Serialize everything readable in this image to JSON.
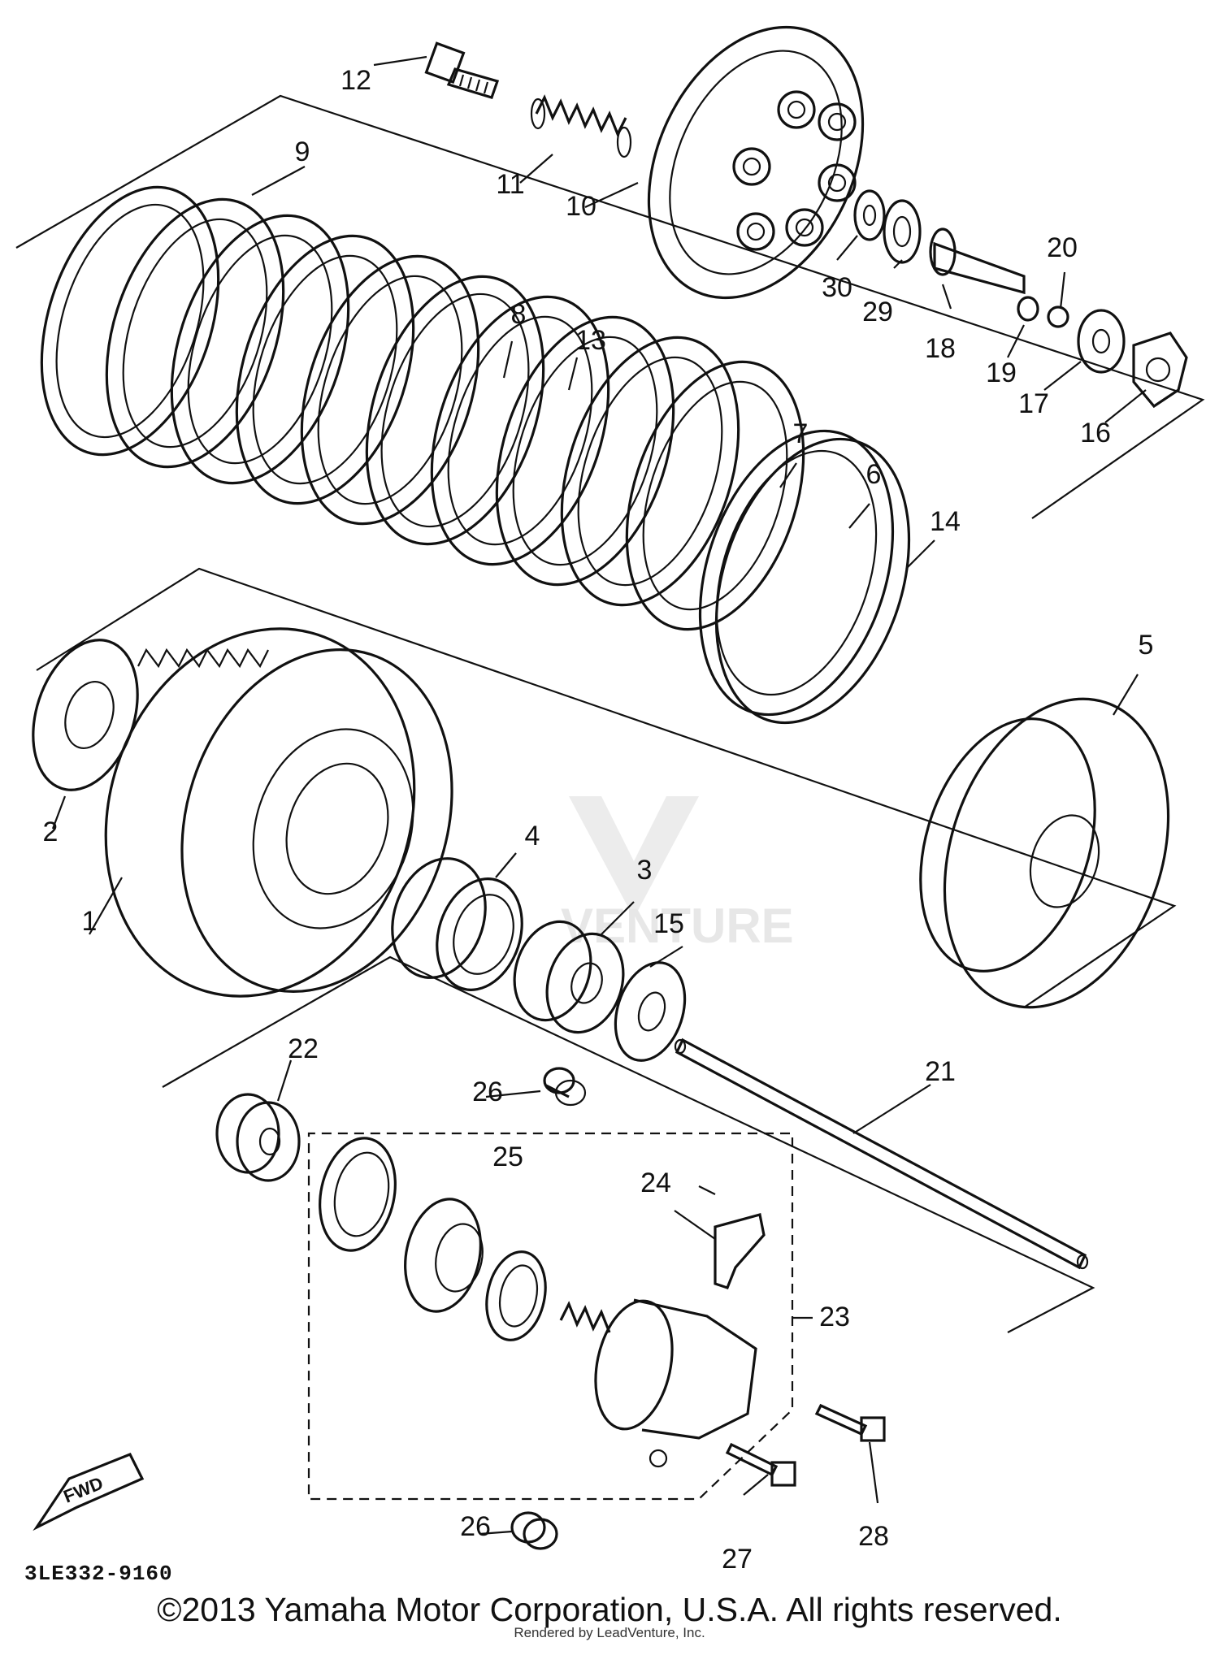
{
  "diagram": {
    "callouts": [
      "1",
      "2",
      "3",
      "4",
      "5",
      "6",
      "7",
      "8",
      "9",
      "10",
      "11",
      "12",
      "13",
      "14",
      "15",
      "16",
      "17",
      "18",
      "19",
      "20",
      "21",
      "22",
      "23",
      "24",
      "25",
      "26",
      "27",
      "28",
      "29",
      "30",
      "26"
    ],
    "fwd_marker": "FWD",
    "watermark": "VENTURE",
    "document_code": "3LE332-9160",
    "copyright": "©2013 Yamaha Motor Corporation, U.S.A. All rights reserved.",
    "rendered_by": "Rendered by LeadVenture, Inc."
  }
}
